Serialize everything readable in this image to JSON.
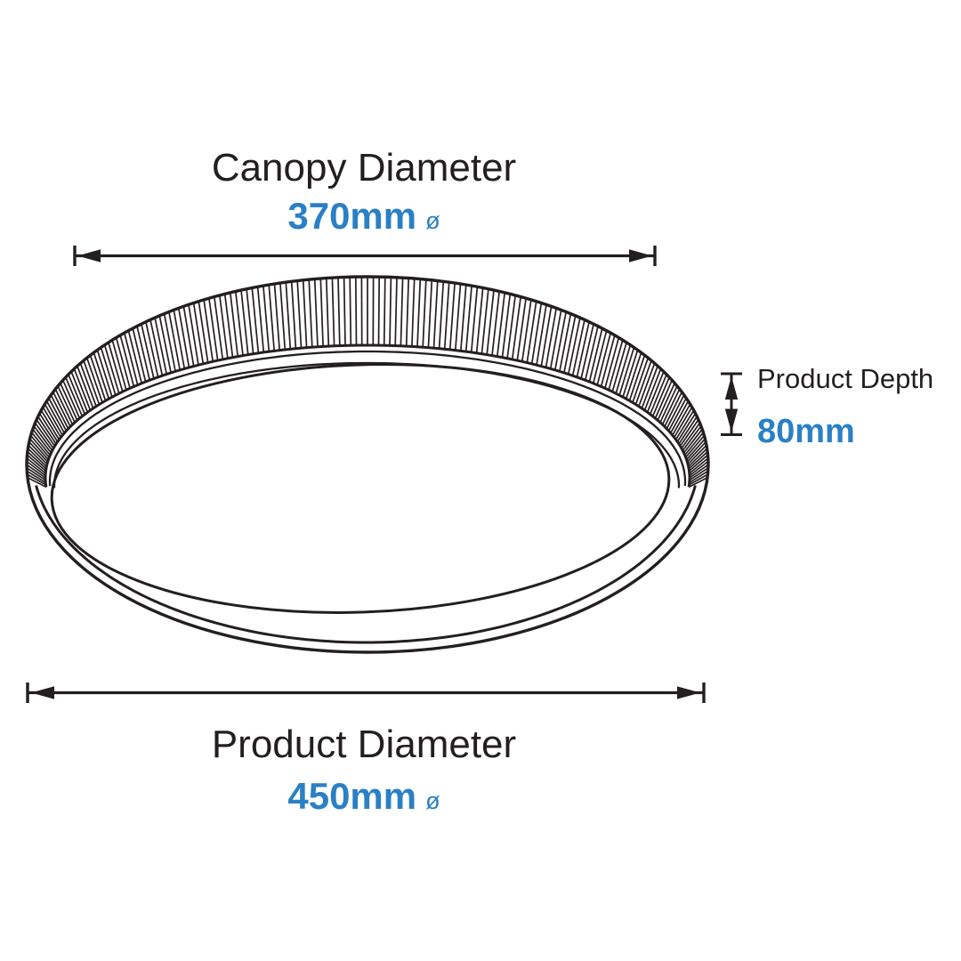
{
  "colors": {
    "ink": "#231f20",
    "accent": "#2b80c5"
  },
  "canopy": {
    "label": "Canopy Diameter",
    "value": "370mm",
    "diameter_symbol": "ø"
  },
  "product": {
    "label": "Product Diameter",
    "value": "450mm",
    "diameter_symbol": "ø"
  },
  "depth": {
    "label": "Product Depth",
    "value": "80mm"
  }
}
